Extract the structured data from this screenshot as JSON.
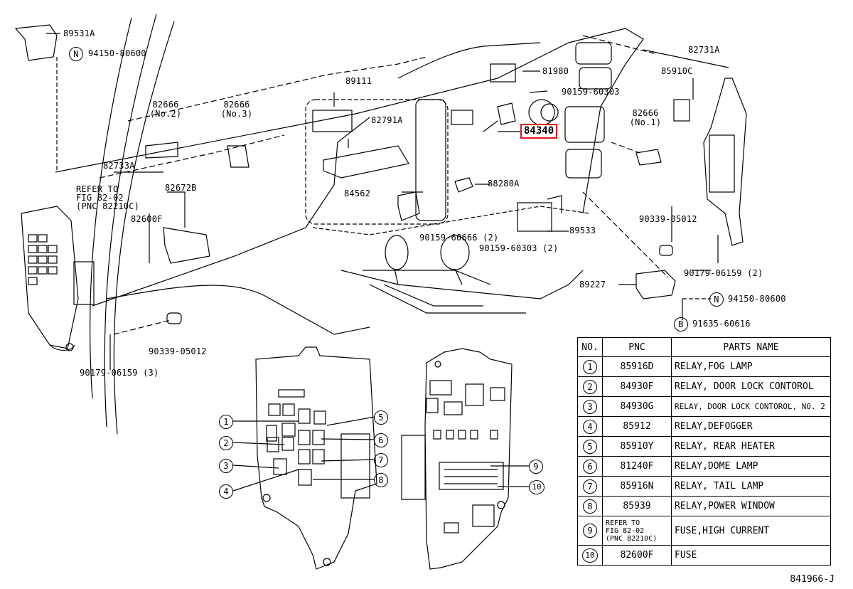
{
  "labels": {
    "p89531A": "89531A",
    "n94150a": "94150-80600",
    "p89111": "89111",
    "p82666_2": "82666",
    "p82666_2s": "(No.2)",
    "p82666_3": "82666",
    "p82666_3s": "(No.3)",
    "p82791A": "82791A",
    "p81980": "81980",
    "p90159a": "90159-60303",
    "p84340": "84340",
    "p82733A": "82733A",
    "refer1": "REFER TO",
    "refer2": "FIG 82-02",
    "refer3": "(PNC 82210C)",
    "p82672B": "82672B",
    "p82600F": "82600F",
    "p84562": "84562",
    "p88280A": "88280A",
    "p90159b": "90159-60666 (2)",
    "p90159c": "90159-60303 (2)",
    "p89533": "89533",
    "p82731A": "82731A",
    "p85910C": "85910C",
    "p82666_1": "82666",
    "p82666_1s": "(No.1)",
    "p90339a": "90339-05012",
    "p90179a": "90179-06159 (2)",
    "p89227": "89227",
    "n94150b": "94150-80600",
    "p91635": "91635-60616",
    "p90339b": "90339-05012",
    "p90179b": "90179-06159 (3)",
    "N": "N",
    "B": "B",
    "diagram_no": "841966-J"
  },
  "callouts": [
    "1",
    "2",
    "3",
    "4",
    "5",
    "6",
    "7",
    "8",
    "9",
    "10"
  ],
  "table": {
    "headers": [
      "NO.",
      "PNC",
      "PARTS NAME"
    ],
    "rows": [
      {
        "no": "1",
        "pnc": "85916D",
        "name": "RELAY,FOG LAMP"
      },
      {
        "no": "2",
        "pnc": "84930F",
        "name": "RELAY, DOOR LOCK CONTOROL"
      },
      {
        "no": "3",
        "pnc": "84930G",
        "name": "RELAY, DOOR LOCK CONTOROL, NO. 2"
      },
      {
        "no": "4",
        "pnc": "85912",
        "name": "RELAY,DEFOGGER"
      },
      {
        "no": "5",
        "pnc": "85910Y",
        "name": "RELAY, REAR HEATER"
      },
      {
        "no": "6",
        "pnc": "81240F",
        "name": "RELAY,DOME LAMP"
      },
      {
        "no": "7",
        "pnc": "85916N",
        "name": "RELAY, TAIL LAMP"
      },
      {
        "no": "8",
        "pnc": "85939",
        "name": "RELAY,POWER WINDOW"
      },
      {
        "no": "9",
        "pnc_lines": [
          "REFER TO",
          "FIG 82-02",
          "(PNC 82210C)"
        ],
        "name": "FUSE,HIGH CURRENT"
      },
      {
        "no": "10",
        "pnc": "82600F",
        "name": "FUSE"
      }
    ]
  },
  "highlight_color": "#e0141e"
}
